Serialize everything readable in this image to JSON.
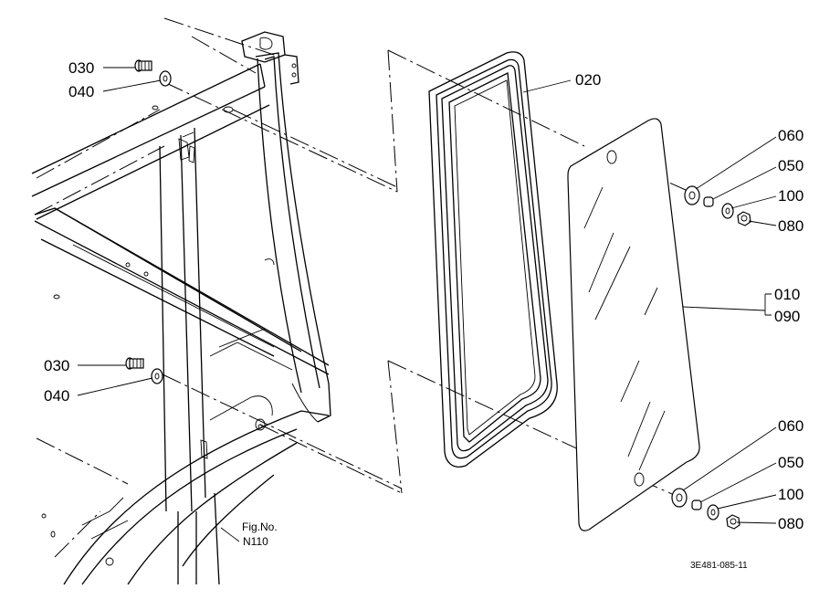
{
  "callouts": {
    "c030_top": "030",
    "c040_top": "040",
    "c030_bot": "030",
    "c040_bot": "040",
    "c020": "020",
    "c060_top": "060",
    "c050_top": "050",
    "c100_top": "100",
    "c080_top": "080",
    "c010": "010",
    "c090": "090",
    "c060_bot": "060",
    "c050_bot": "050",
    "c100_bot": "100",
    "c080_bot": "080"
  },
  "figure_ref": {
    "line1": "Fig.No.",
    "line2": "N110"
  },
  "drawing_code": "3E481-085-11"
}
